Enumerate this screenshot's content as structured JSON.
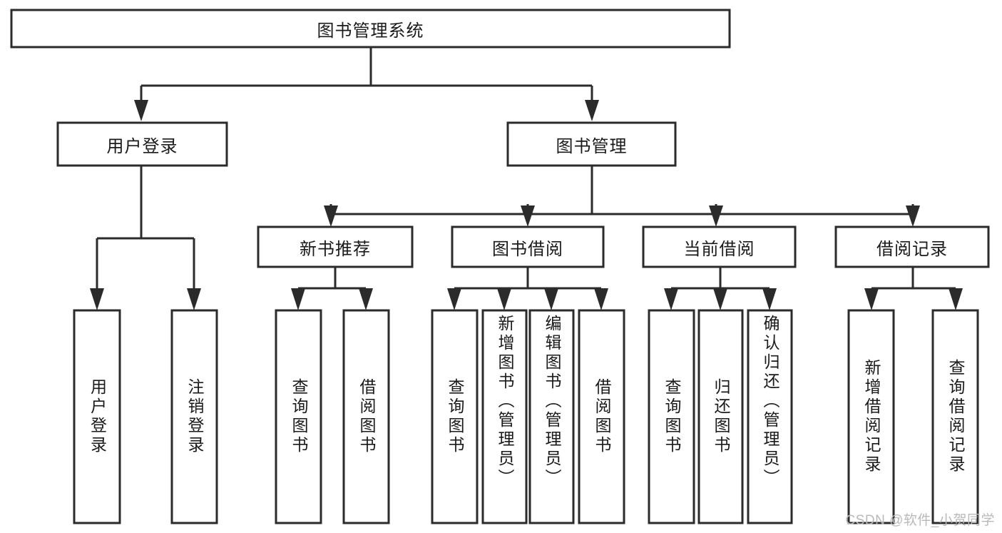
{
  "diagram": {
    "type": "tree-hierarchy",
    "title": "图书管理系统",
    "watermark": "CSDN @软件_小贺同学",
    "colors": {
      "box_stroke": "#2b2b2b",
      "box_fill": "#ffffff",
      "text": "#1a1a1a",
      "background": "#ffffff",
      "watermark": "#b9b9b9"
    },
    "root": {
      "id": "root",
      "label": "图书管理系统",
      "orientation": "horizontal"
    },
    "level1": [
      {
        "id": "user-login",
        "label": "用户登录",
        "orientation": "horizontal"
      },
      {
        "id": "book-management",
        "label": "图书管理",
        "orientation": "horizontal"
      }
    ],
    "level2": [
      {
        "id": "new-book-recommend",
        "label": "新书推荐",
        "orientation": "horizontal",
        "parent": "book-management"
      },
      {
        "id": "book-borrow",
        "label": "图书借阅",
        "orientation": "horizontal",
        "parent": "book-management"
      },
      {
        "id": "current-borrow",
        "label": "当前借阅",
        "orientation": "horizontal",
        "parent": "book-management"
      },
      {
        "id": "borrow-record",
        "label": "借阅记录",
        "orientation": "horizontal",
        "parent": "book-management"
      }
    ],
    "leaves": [
      {
        "id": "leaf-user-login",
        "label": "用户登录",
        "orientation": "vertical",
        "parent": "user-login"
      },
      {
        "id": "leaf-logout",
        "label": "注销登录",
        "orientation": "vertical",
        "parent": "user-login"
      },
      {
        "id": "leaf-query-book-1",
        "label": "查询图书",
        "orientation": "vertical",
        "parent": "new-book-recommend"
      },
      {
        "id": "leaf-borrow-book-1",
        "label": "借阅图书",
        "orientation": "vertical",
        "parent": "new-book-recommend"
      },
      {
        "id": "leaf-query-book-2",
        "label": "查询图书",
        "orientation": "vertical",
        "parent": "book-borrow"
      },
      {
        "id": "leaf-add-book",
        "label": "新增图书（管理员）",
        "orientation": "vertical",
        "parent": "book-borrow"
      },
      {
        "id": "leaf-edit-book",
        "label": "编辑图书（管理员）",
        "orientation": "vertical",
        "parent": "book-borrow"
      },
      {
        "id": "leaf-borrow-book-2",
        "label": "借阅图书",
        "orientation": "vertical",
        "parent": "book-borrow"
      },
      {
        "id": "leaf-query-book-3",
        "label": "查询图书",
        "orientation": "vertical",
        "parent": "current-borrow"
      },
      {
        "id": "leaf-return-book",
        "label": "归还图书",
        "orientation": "vertical",
        "parent": "current-borrow"
      },
      {
        "id": "leaf-confirm-return",
        "label": "确认归还（管理员）",
        "orientation": "vertical",
        "parent": "current-borrow"
      },
      {
        "id": "leaf-add-record",
        "label": "新增借阅记录",
        "orientation": "vertical",
        "parent": "borrow-record"
      },
      {
        "id": "leaf-query-record",
        "label": "查询借阅记录",
        "orientation": "vertical",
        "parent": "borrow-record"
      }
    ]
  }
}
